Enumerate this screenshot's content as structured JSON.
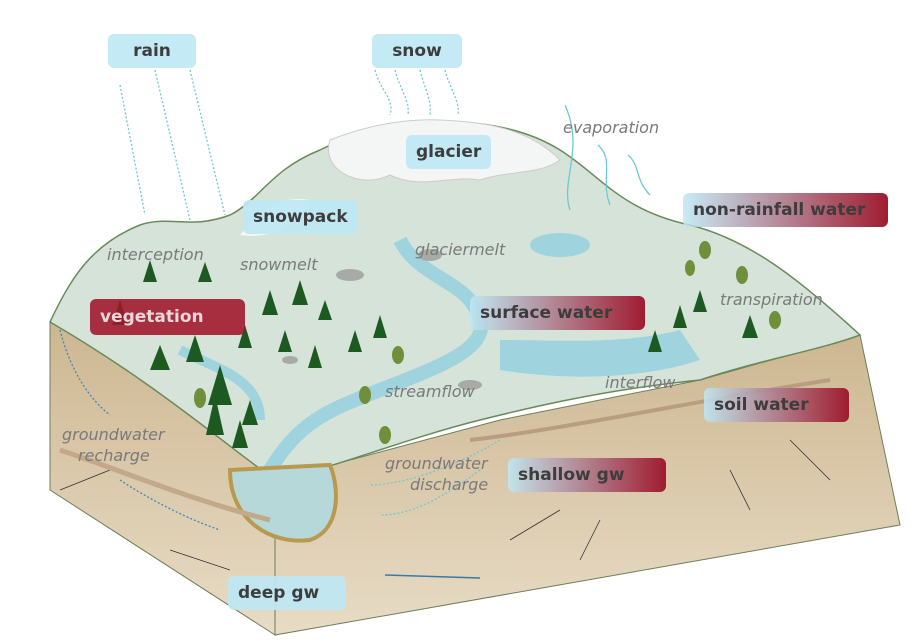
{
  "boxes": {
    "rain": "rain",
    "snow": "snow",
    "glacier": "glacier",
    "snowpack": "snowpack",
    "non_rainfall": "non-rainfall water",
    "vegetation": "vegetation",
    "surface_water": "surface water",
    "soil_water": "soil water",
    "shallow_gw": "shallow gw",
    "deep_gw": "deep gw"
  },
  "processes": {
    "evaporation": "evaporation",
    "interception": "interception",
    "snowmelt": "snowmelt",
    "glaciermelt": "glaciermelt",
    "transpiration": "transpiration",
    "streamflow": "streamflow",
    "interflow": "interflow",
    "gw_recharge_1": "groundwater",
    "gw_recharge_2": "recharge",
    "gw_discharge_1": "groundwater",
    "gw_discharge_2": "discharge"
  },
  "colors": {
    "surface": "#d5e3d9",
    "soil": "#e0d2b8",
    "water": "#9fd3dd",
    "tree": "#1d5a22",
    "accent_red": "#a01c30",
    "box_blue": "#bee8f5"
  }
}
